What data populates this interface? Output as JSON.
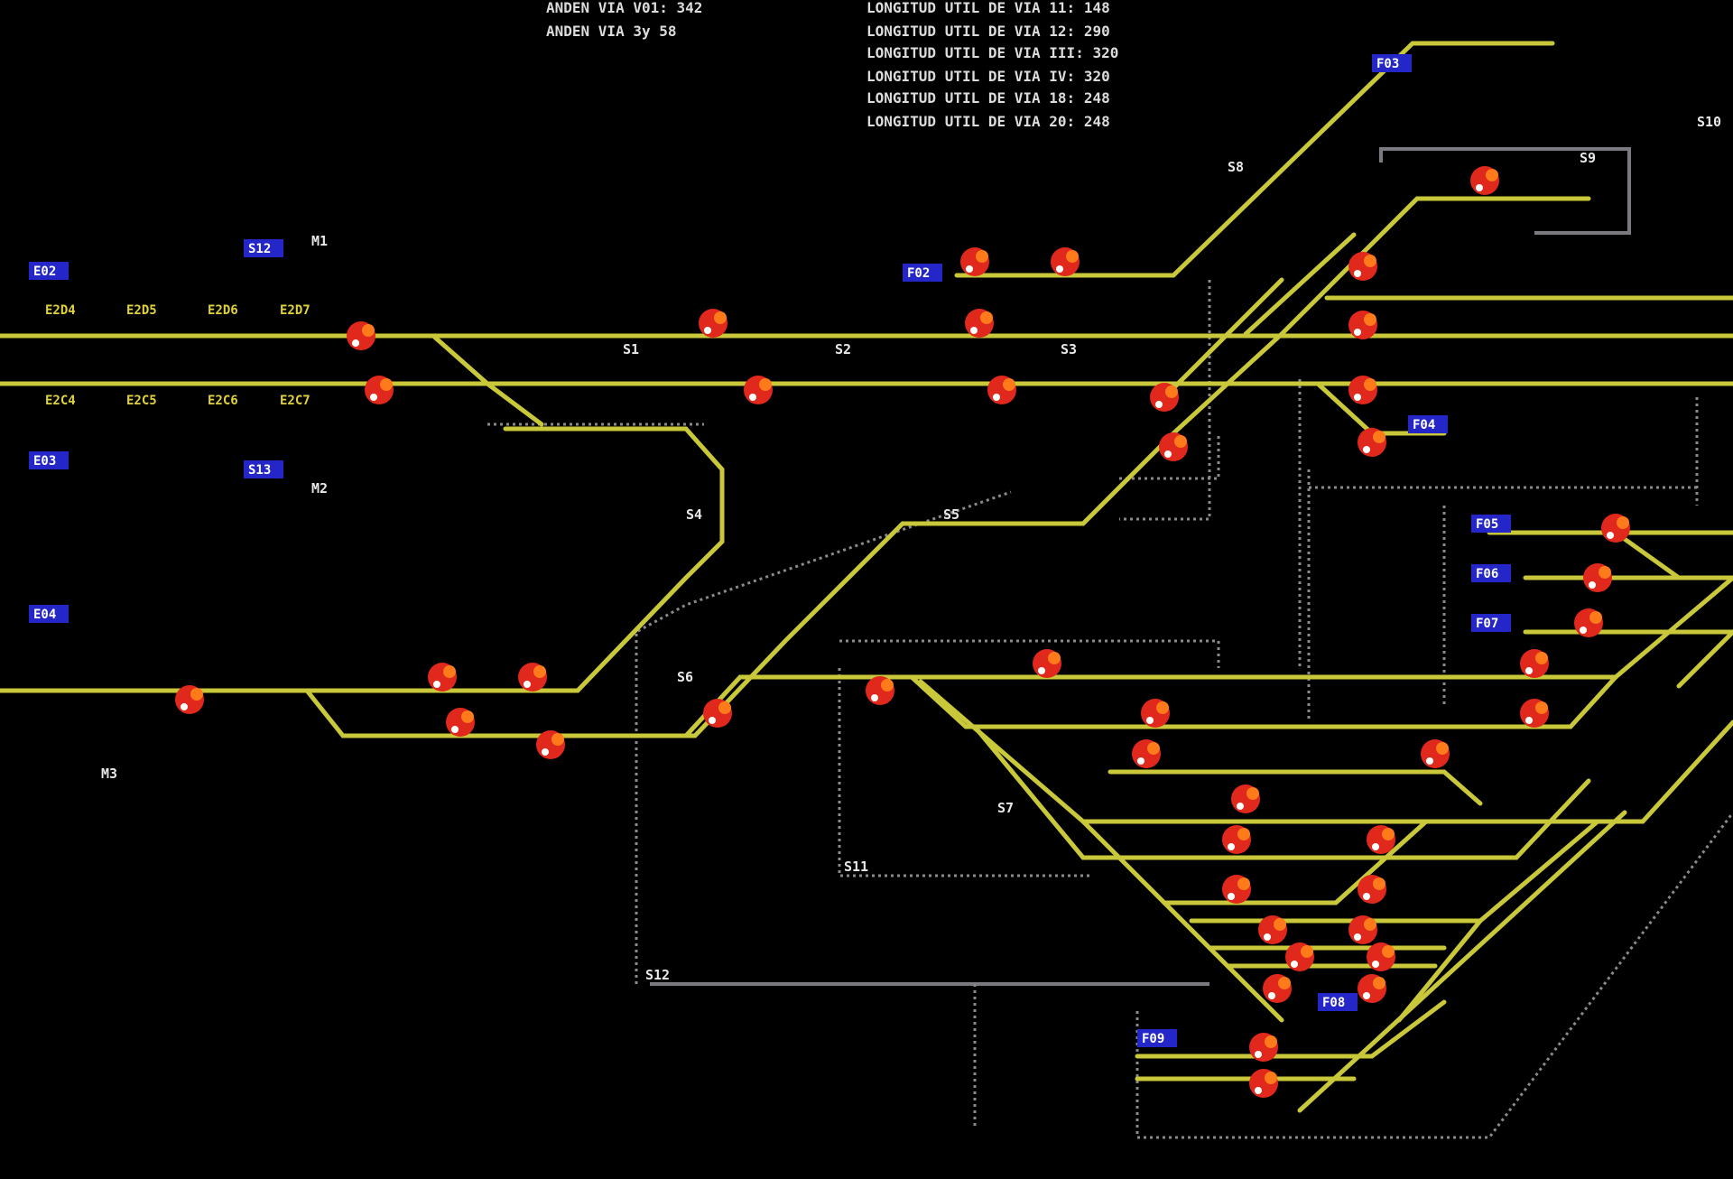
{
  "header_notes": [
    "ANDEN VIA V01: 342",
    "ANDEN VIA 3y 58"
  ],
  "length_notes": [
    "LONGITUD UTIL DE VIA 11: 148",
    "LONGITUD UTIL DE VIA 12: 290",
    "LONGITUD UTIL DE VIA III: 320",
    "LONGITUD UTIL DE VIA IV: 320",
    "LONGITUD UTIL DE VIA 18: 248",
    "LONGITUD UTIL DE VIA 20: 248"
  ],
  "left_codes_top": [
    "E2D4",
    "E2D5",
    "E2D6",
    "E2D7"
  ],
  "left_codes_bottom": [
    "E2C4",
    "E2C5",
    "E2C6",
    "E2C7"
  ],
  "track_labels": [
    "S1",
    "S2",
    "S3",
    "S4",
    "S5",
    "S6",
    "S7",
    "S8",
    "S9",
    "S10",
    "S11",
    "S12"
  ],
  "blue_badges": [
    "E02",
    "S12",
    "E03",
    "S13",
    "E04",
    "F02",
    "F03",
    "F04",
    "F05",
    "F06",
    "F07",
    "F08",
    "F09"
  ],
  "small_marks": [
    "M1",
    "M2",
    "M3"
  ],
  "colors": {
    "background": "#000000",
    "track": "#c8c83a",
    "signal_red": "#e0281c",
    "signal_orange": "#ff7a1a",
    "badge_blue": "#2426c8",
    "aux_line": "#8a8a8a"
  }
}
